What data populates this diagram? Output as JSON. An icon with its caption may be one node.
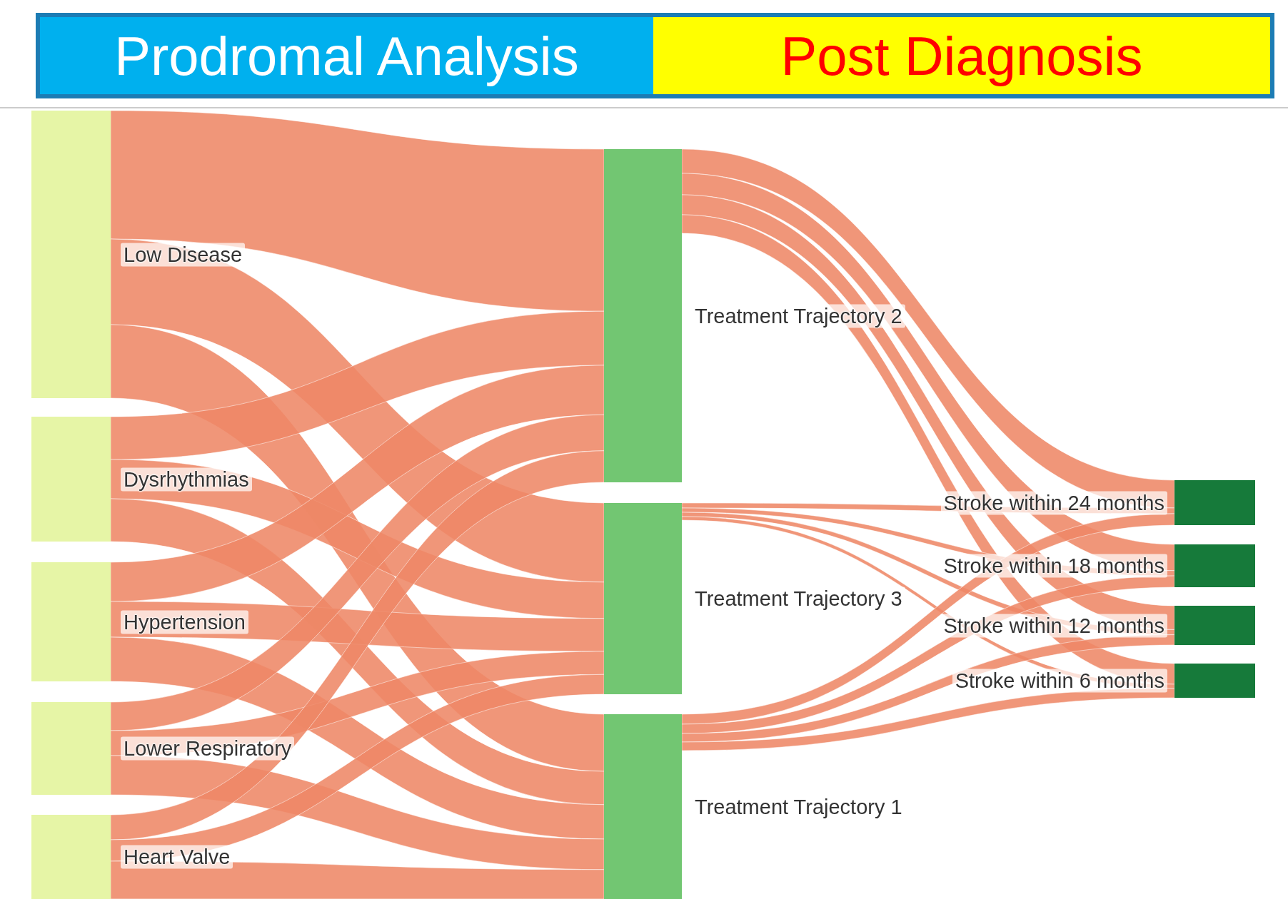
{
  "diagram": {
    "nodes": [
      {
        "text": [
          "Prodromal Analysis"
        ]
      },
      {
        "text": [
          "Post Diagnosis"
        ]
      },
      {
        "text": [
          "Low Disease"
        ]
      },
      {
        "text": [
          "Dysrhythmias"
        ]
      },
      {
        "text": [
          "Hypertension"
        ]
      },
      {
        "text": [
          "Lower Respiratory"
        ]
      },
      {
        "text": [
          "Heart Valve"
        ]
      },
      {
        "text": [
          "Treatment Trajectory 2"
        ]
      },
      {
        "text": [
          "Treatment Trajectory 3"
        ]
      },
      {
        "text": [
          "Treatment Trajectory 1"
        ]
      },
      {
        "text": [
          "Stroke within 24 months"
        ]
      },
      {
        "text": [
          "Stroke within 18 months"
        ]
      },
      {
        "text": [
          "Stroke within 12 months"
        ]
      },
      {
        "text": [
          "Stroke within 6 months"
        ]
      }
    ],
    "edges": [
      {
        "from": 2,
        "to": 7,
        "arrow": "none"
      },
      {
        "from": 2,
        "to": 8,
        "arrow": "none"
      },
      {
        "from": 2,
        "to": 9,
        "arrow": "none"
      },
      {
        "from": 3,
        "to": 7,
        "arrow": "none"
      },
      {
        "from": 3,
        "to": 8,
        "arrow": "none"
      },
      {
        "from": 3,
        "to": 9,
        "arrow": "none"
      },
      {
        "from": 4,
        "to": 7,
        "arrow": "none"
      },
      {
        "from": 4,
        "to": 8,
        "arrow": "none"
      },
      {
        "from": 4,
        "to": 9,
        "arrow": "none"
      },
      {
        "from": 5,
        "to": 7,
        "arrow": "none"
      },
      {
        "from": 5,
        "to": 8,
        "arrow": "none"
      },
      {
        "from": 5,
        "to": 9,
        "arrow": "none"
      },
      {
        "from": 6,
        "to": 7,
        "arrow": "none"
      },
      {
        "from": 6,
        "to": 8,
        "arrow": "none"
      },
      {
        "from": 6,
        "to": 9,
        "arrow": "none"
      },
      {
        "from": 7,
        "to": 10,
        "arrow": "none"
      },
      {
        "from": 7,
        "to": 11,
        "arrow": "none"
      },
      {
        "from": 7,
        "to": 12,
        "arrow": "none"
      },
      {
        "from": 7,
        "to": 13,
        "arrow": "none"
      },
      {
        "from": 8,
        "to": 10,
        "arrow": "none"
      },
      {
        "from": 8,
        "to": 11,
        "arrow": "none"
      },
      {
        "from": 8,
        "to": 12,
        "arrow": "none"
      },
      {
        "from": 8,
        "to": 13,
        "arrow": "none"
      },
      {
        "from": 9,
        "to": 10,
        "arrow": "none"
      },
      {
        "from": 9,
        "to": 11,
        "arrow": "none"
      },
      {
        "from": 9,
        "to": 12,
        "arrow": "none"
      },
      {
        "from": 9,
        "to": 13,
        "arrow": "none"
      }
    ]
  }
}
